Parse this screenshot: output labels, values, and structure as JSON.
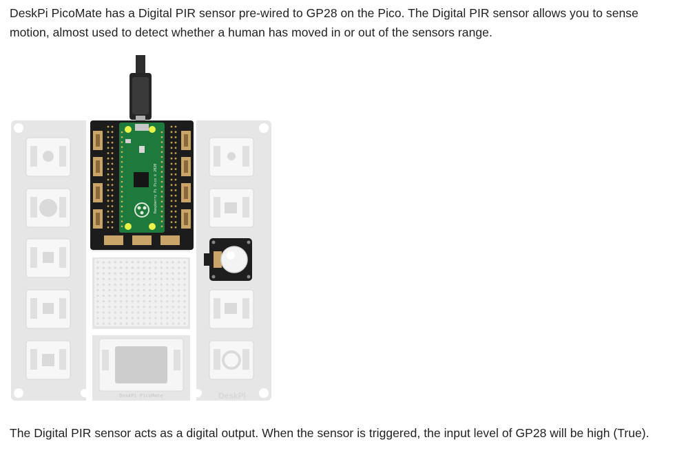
{
  "article": {
    "paragraph_1": "DeskPi PicoMate has a Digital PIR sensor pre-wired to GP28 on the Pico. The Digital PIR sensor allows you to sense motion, almost used to detect whether a human has moved in or out of the sensors range.",
    "paragraph_2": "The Digital PIR sensor acts as a digital output. When the sensor is triggered, the input level of GP28 will be high (True)."
  },
  "figure": {
    "board_label": "DeskPi PicoMate",
    "logo_label": "DeskPi",
    "pico_label": "Raspberry Pi Pico © 2020",
    "colors": {
      "board_faded": "#d7d7d7",
      "board_faded_dark": "#c4c4c4",
      "pcb_black": "#1c1c1c",
      "pico_green": "#1e7a3c",
      "connector": "#caa56a",
      "led_glow": "#e8f34a",
      "cable": "#2a2a2a"
    }
  }
}
